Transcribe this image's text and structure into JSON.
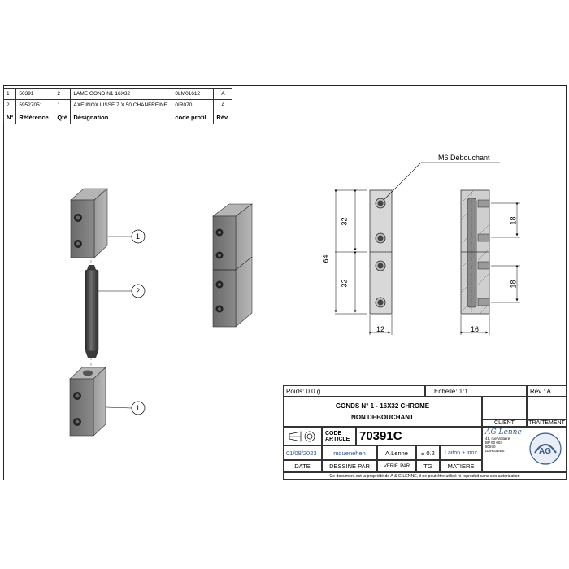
{
  "bom": {
    "headers": [
      "N°",
      "Référence",
      "Qté",
      "Désignation",
      "code profil",
      "Rév."
    ],
    "rows": [
      [
        "1",
        "50391",
        "2",
        "LAME GOND N1 16X32",
        "0LM01612",
        "A"
      ],
      [
        "2",
        "59527051",
        "1",
        "AXE INOX LISSE 7 X 50 CHANFREINE",
        "0IR070",
        "A"
      ]
    ]
  },
  "drawing": {
    "callout_m6": "M6 Débouchant",
    "dim_32_top": "32",
    "dim_32_bottom": "32",
    "dim_64": "64",
    "dim_12": "12",
    "dim_18_top": "18",
    "dim_18_bottom": "18",
    "dim_16": "16",
    "balloon_1_top": "1",
    "balloon_2": "2",
    "balloon_1_bottom": "1"
  },
  "title_block": {
    "weight": "Poids: 0.0 g",
    "scale": "Echelle: 1:1",
    "revision": "Rev : A",
    "title_line1": "GONDS N° 1 - 16X32 CHROME",
    "title_line2": "NON DEBOUCHANT",
    "client_label": "CLIENT",
    "traitement_label": "TRAITEMENT",
    "code_label_1": "CODE",
    "code_label_2": "ARTICLE",
    "code_value": "70391C",
    "date_value": "01/08/2023",
    "drawn_by_value": "mquenehen",
    "verified_value": "A.Lenne",
    "tolerance_value": "± 0.2",
    "material_value": "Laiton + inox",
    "date_label": "DATE",
    "drawn_by_label": "DESSINÉ PAR",
    "verified_label": "VÉRIF. PAR",
    "tg_label": "TG",
    "material_label": "MATIERE",
    "company_name": "AG Lenne",
    "address_lines": [
      "41, rue Voltaire",
      "BP 60 004",
      "80570",
      "DARGNIES"
    ],
    "footer": "Ce document est la propriété de A & G LENNE, il ne peut être utilisé ni reproduit sans son autorisation"
  }
}
